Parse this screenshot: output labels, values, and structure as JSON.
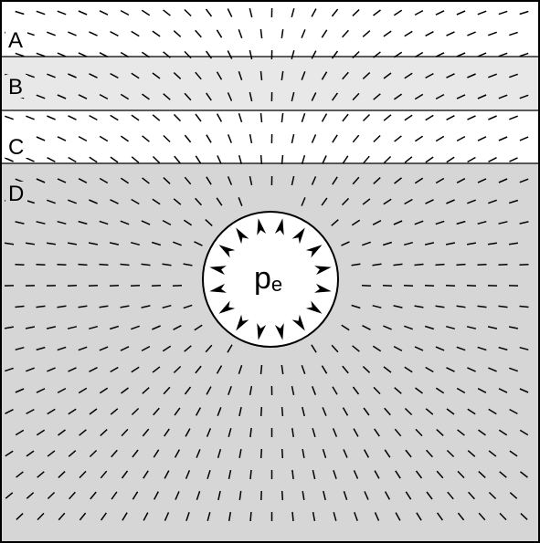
{
  "layers": [
    {
      "id": "A",
      "label": "A",
      "fill": "#ffffff"
    },
    {
      "id": "B",
      "label": "B",
      "fill": "#e8e8e8"
    },
    {
      "id": "C",
      "label": "C",
      "fill": "#ffffff"
    },
    {
      "id": "D",
      "label": "D",
      "fill": "#d6d6d6"
    }
  ],
  "chamber": {
    "pressure_symbol": "p",
    "pressure_subscript": "e",
    "fill": "#ffffff",
    "arrow_count": 16,
    "arrow_icon": "arrow-outward-icon"
  },
  "colors": {
    "stroke": "#000000"
  }
}
